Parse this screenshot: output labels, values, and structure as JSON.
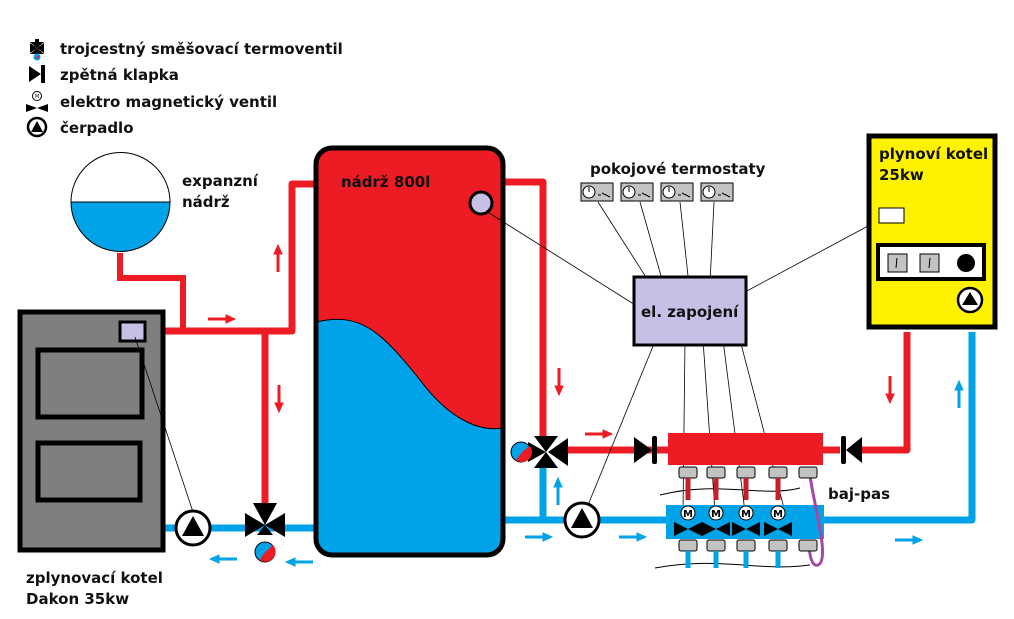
{
  "colors": {
    "hot": "#ed1c24",
    "cold": "#00a2e8",
    "boiler_gray": "#7f7f7f",
    "panel_lavender": "#c8bfe7",
    "gas_boiler_yellow": "#fff200",
    "bypass_purple": "#a349a4",
    "thermostat_gray": "#c3c3c3"
  },
  "legend": {
    "items": [
      {
        "icon": "three-way-mixing-valve-icon",
        "label": "trojcestný směšovací termoventil"
      },
      {
        "icon": "check-valve-icon",
        "label": "zpětná klapka"
      },
      {
        "icon": "solenoid-valve-icon",
        "label": "elektro magnetický ventil"
      },
      {
        "icon": "pump-icon",
        "label": "čerpadlo"
      }
    ]
  },
  "labels": {
    "expansion_tank": [
      "expanzní",
      "nádrž"
    ],
    "storage_tank": "nádrž 800l",
    "room_thermostats": "pokojové termostaty",
    "controller": "el. zapojení",
    "gas_boiler": [
      "plynoví kotel",
      "25kw"
    ],
    "gasification_boiler": [
      "zplynovací kotel",
      "Dakon 35kw"
    ],
    "bypass": "baj-pas",
    "solenoid_marker": "M"
  },
  "thermostats": {
    "count": 4
  },
  "manifold": {
    "outlets": 5,
    "zones": 4
  }
}
